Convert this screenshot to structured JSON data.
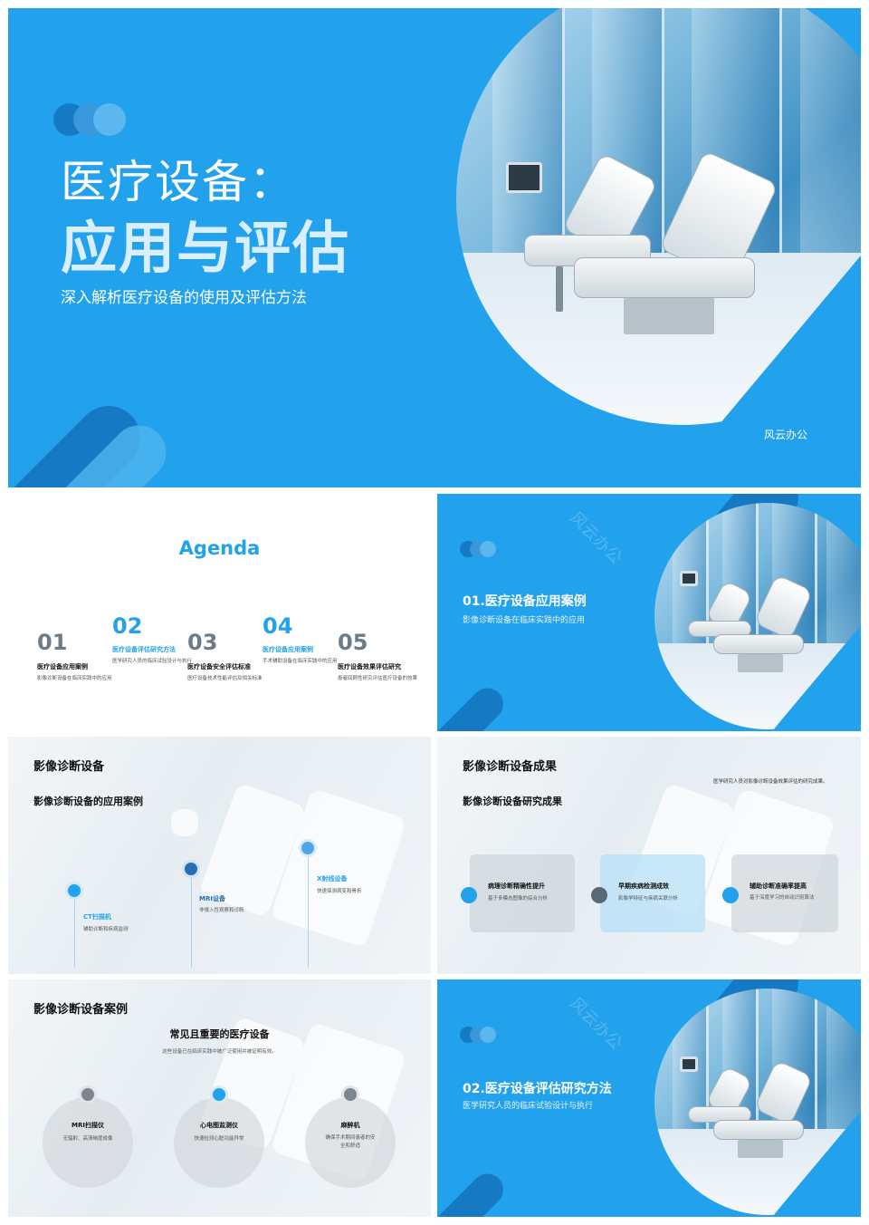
{
  "cover": {
    "title_line1": "医疗设备：",
    "title_line2": "应用与评估",
    "subtitle": "深入解析医疗设备的使用及评估方法",
    "brand": "风云办公",
    "watermark": "风云办公"
  },
  "agenda": {
    "title": "Agenda",
    "items": [
      {
        "num": "01",
        "title": "医疗设备应用案例",
        "desc": "影像诊断设备在临床实践中的应用"
      },
      {
        "num": "02",
        "title": "医疗设备评估研究方法",
        "desc": "医学研究人员的临床试验设计与执行"
      },
      {
        "num": "03",
        "title": "医疗设备安全评估标准",
        "desc": "医疗设备技术性能评估及相关标准"
      },
      {
        "num": "04",
        "title": "医疗设备应用案例",
        "desc": "手术辅助设备在临床实践中的应用"
      },
      {
        "num": "05",
        "title": "医疗设备效果评估研究",
        "desc": "患者回顾性研究评估医疗设备的效果"
      }
    ]
  },
  "section1": {
    "title": "01.医疗设备应用案例",
    "subtitle": "影像诊断设备在临床实践中的应用"
  },
  "section2": {
    "title": "02.医疗设备评估研究方法",
    "subtitle": "医学研究人员的临床试验设计与执行"
  },
  "imaging": {
    "title": "影像诊断设备",
    "subtitle": "影像诊断设备的应用案例",
    "items": [
      {
        "label": "CT扫描机",
        "desc": "辅助诊断和疾病监测"
      },
      {
        "label": "MRI设备",
        "desc": "非侵入性观察和诊断"
      },
      {
        "label": "X射线设备",
        "desc": "快速探测病变和骨折"
      }
    ]
  },
  "results": {
    "title": "影像诊断设备成果",
    "subtitle": "影像诊断设备研究成果",
    "note": "医学研究人员对影像诊断设备效果评估的研究成果。",
    "cards": [
      {
        "title": "病理诊断精确性提升",
        "desc": "基于多模态图像的综合分析"
      },
      {
        "title": "早期疾病检测成效",
        "desc": "影像学特征与疾病关联分析"
      },
      {
        "title": "辅助诊断准确率提高",
        "desc": "基于深度学习的自动识别算法"
      }
    ]
  },
  "cases": {
    "title": "影像诊断设备案例",
    "heading": "常见且重要的医疗设备",
    "note": "这些设备已在临床实践中被广泛使用并被证明有效。",
    "items": [
      {
        "label": "MRI扫描仪",
        "desc": "无辐射、高清晰度成像"
      },
      {
        "label": "心电图监测仪",
        "desc": "快速检测心脏功能异常"
      },
      {
        "label": "麻醉机",
        "desc": "确保手术期间患者的安全和舒适"
      }
    ]
  },
  "colors": {
    "accent": "#22a1ec",
    "dark": "#0f6fb5",
    "text": "#1a1a1a"
  }
}
